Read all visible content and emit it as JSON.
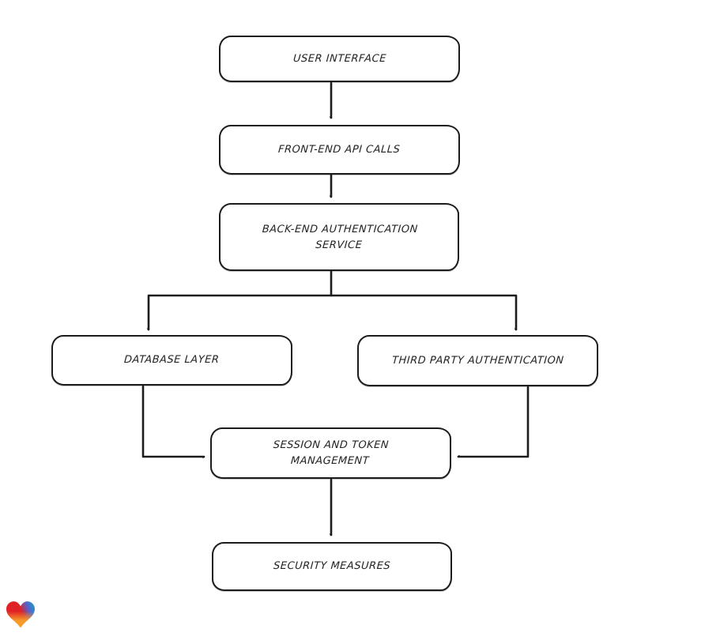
{
  "diagram": {
    "title": "authentication-flow-diagram",
    "nodes": {
      "user_interface": {
        "label": "USER INTERFACE"
      },
      "frontend_api_calls": {
        "label": "FRONT-END API CALLS"
      },
      "backend_auth_service": {
        "label": "BACK-END AUTHENTICATION\nSERVICE"
      },
      "database_layer": {
        "label": "DATABASE LAYER"
      },
      "third_party_auth": {
        "label": "THIRD PARTY AUTHENTICATION"
      },
      "session_token_mgmt": {
        "label": "SESSION AND TOKEN\nMANAGEMENT"
      },
      "security_measures": {
        "label": "SECURITY MEASURES"
      }
    },
    "edges": [
      {
        "from": "user_interface",
        "to": "frontend_api_calls"
      },
      {
        "from": "frontend_api_calls",
        "to": "backend_auth_service"
      },
      {
        "from": "backend_auth_service",
        "to": "database_layer"
      },
      {
        "from": "backend_auth_service",
        "to": "third_party_auth"
      },
      {
        "from": "database_layer",
        "to": "session_token_mgmt"
      },
      {
        "from": "third_party_auth",
        "to": "session_token_mgmt"
      },
      {
        "from": "session_token_mgmt",
        "to": "security_measures"
      }
    ],
    "colors": {
      "stroke": "#1c1c1c",
      "node_fill": "#ffffff",
      "text": "#242424",
      "background": "#ffffff"
    }
  },
  "logo": {
    "name": "gradient-heart-logo",
    "colors": {
      "red": "#e02227",
      "blue": "#4f63d2",
      "teal": "#1ea6b5",
      "orange": "#f7a229"
    }
  }
}
